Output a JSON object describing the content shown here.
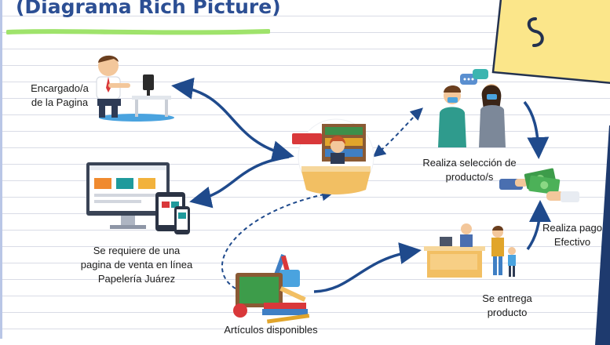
{
  "title": "(Diagrama Rich Picture)",
  "nodes": {
    "manager": {
      "line1": "Encargado/a",
      "line2": "de la Pagina"
    },
    "website": {
      "line1": "Se requiere de una",
      "line2": "pagina de venta en línea",
      "line3": "Papelería Juárez"
    },
    "products": {
      "label": "Artículos disponibles"
    },
    "selection": {
      "line1": "Realiza selección de",
      "line2": "producto/s"
    },
    "payment": {
      "line1": "Realiza pago",
      "line2": "Efectivo"
    },
    "delivery": {
      "line1": "Se entrega",
      "line2": "producto"
    }
  },
  "colors": {
    "arrow": "#1f4a8c",
    "title": "#2c4f94",
    "highlighter": "#9fe36b",
    "sticky": "#fbe68a",
    "ruled_line": "#d9dce6"
  },
  "icons": {
    "manager": "person-at-computer-icon",
    "store": "stationery-shop-icon",
    "website": "website-devices-icon",
    "customers": "customers-with-masks-icon",
    "money": "cash-payment-icon",
    "delivery": "delivery-counter-icon",
    "supplies": "school-supplies-icon"
  }
}
